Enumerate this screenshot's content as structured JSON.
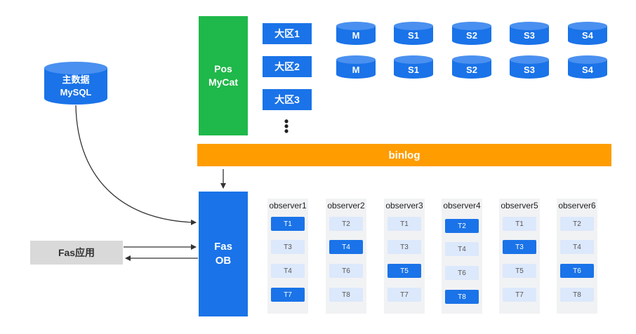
{
  "master_db": {
    "line1": "主数据",
    "line2": "MySQL"
  },
  "pos_mycat": {
    "line1": "Pos",
    "line2": "MyCat"
  },
  "regions": [
    "大区1",
    "大区2",
    "大区3"
  ],
  "more_dots": [
    "•",
    "•",
    "•"
  ],
  "db_rows": [
    [
      "M",
      "S1",
      "S2",
      "S3",
      "S4"
    ],
    [
      "M",
      "S1",
      "S2",
      "S3",
      "S4"
    ]
  ],
  "binlog": "binlog",
  "fas_ob": {
    "line1": "Fas",
    "line2": "OB"
  },
  "fas_app": "Fas应用",
  "observers": [
    {
      "title": "observer1",
      "tasks": [
        {
          "label": "T1",
          "active": true
        },
        {
          "label": "T3",
          "active": false
        },
        {
          "label": "T4",
          "active": false
        },
        {
          "label": "T7",
          "active": true
        }
      ]
    },
    {
      "title": "observer2",
      "tasks": [
        {
          "label": "T2",
          "active": false
        },
        {
          "label": "T4",
          "active": true
        },
        {
          "label": "T6",
          "active": false
        },
        {
          "label": "T8",
          "active": false
        }
      ]
    },
    {
      "title": "observer3",
      "tasks": [
        {
          "label": "T1",
          "active": false
        },
        {
          "label": "T3",
          "active": false
        },
        {
          "label": "T5",
          "active": true
        },
        {
          "label": "T7",
          "active": false
        }
      ]
    },
    {
      "title": "observer4",
      "tasks": [
        {
          "label": "T2",
          "active": true
        },
        {
          "label": "T4",
          "active": false
        },
        {
          "label": "T6",
          "active": false
        },
        {
          "label": "T8",
          "active": true
        }
      ]
    },
    {
      "title": "observer5",
      "tasks": [
        {
          "label": "T1",
          "active": false
        },
        {
          "label": "T3",
          "active": true
        },
        {
          "label": "T5",
          "active": false
        },
        {
          "label": "T7",
          "active": false
        }
      ]
    },
    {
      "title": "observer6",
      "tasks": [
        {
          "label": "T2",
          "active": false
        },
        {
          "label": "T4",
          "active": false
        },
        {
          "label": "T6",
          "active": true
        },
        {
          "label": "T8",
          "active": false
        }
      ]
    }
  ],
  "colors": {
    "blue": "#1a73e8",
    "light_blue": "#dce8fb",
    "green": "#1fb84a",
    "orange": "#ff9d00",
    "gray": "#d9d9d9"
  }
}
